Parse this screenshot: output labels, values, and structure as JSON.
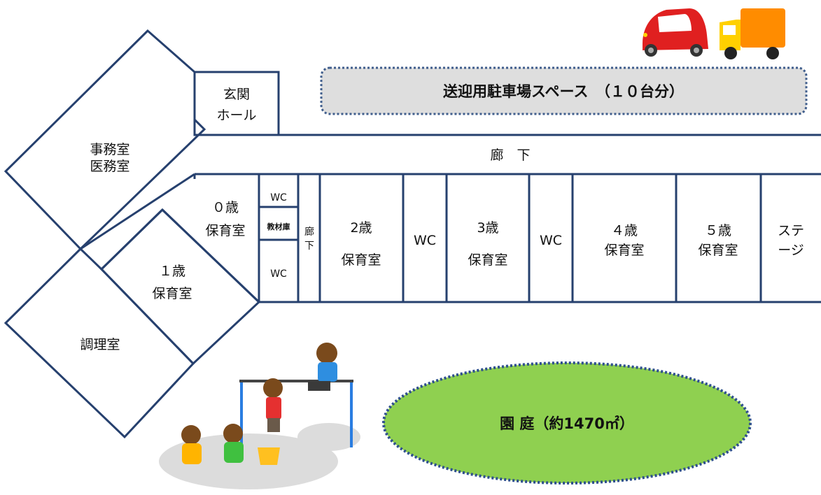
{
  "rooms": {
    "office": "事務室",
    "medical": "医務室",
    "entrance_1": "玄関",
    "entrance_2": "ホール",
    "parking": "送迎用駐車場スペース　（１０台分）",
    "corridor": "廊　下",
    "age0_1": "０歳",
    "age0_2": "保育室",
    "wc_top": "WC",
    "storage": "教材庫",
    "wc_bottom": "WC",
    "corridor_v_1": "廊",
    "corridor_v_2": "下",
    "age2_1": "2歳",
    "age2_2": "保育室",
    "wc_a": "WC",
    "age3_1": "3歳",
    "age3_2": "保育室",
    "wc_b": "WC",
    "age4_1": "４歳",
    "age4_2": "保育室",
    "age5_1": "５歳",
    "age5_2": "保育室",
    "stage_1": "ステ",
    "stage_2": "ージ",
    "age1_1": "１歳",
    "age1_2": "保育室",
    "kitchen": "調理室",
    "yard": "園 庭（約1470㎡）"
  },
  "icons": [
    "red-car-icon",
    "orange-truck-icon",
    "playground-children-illustration"
  ],
  "colors": {
    "wall": "#26406e",
    "parking_fill": "#dedede",
    "parking_border": "#3f5d8c",
    "yard_fill": "#8fd050",
    "yard_border": "#2e4f8e"
  }
}
